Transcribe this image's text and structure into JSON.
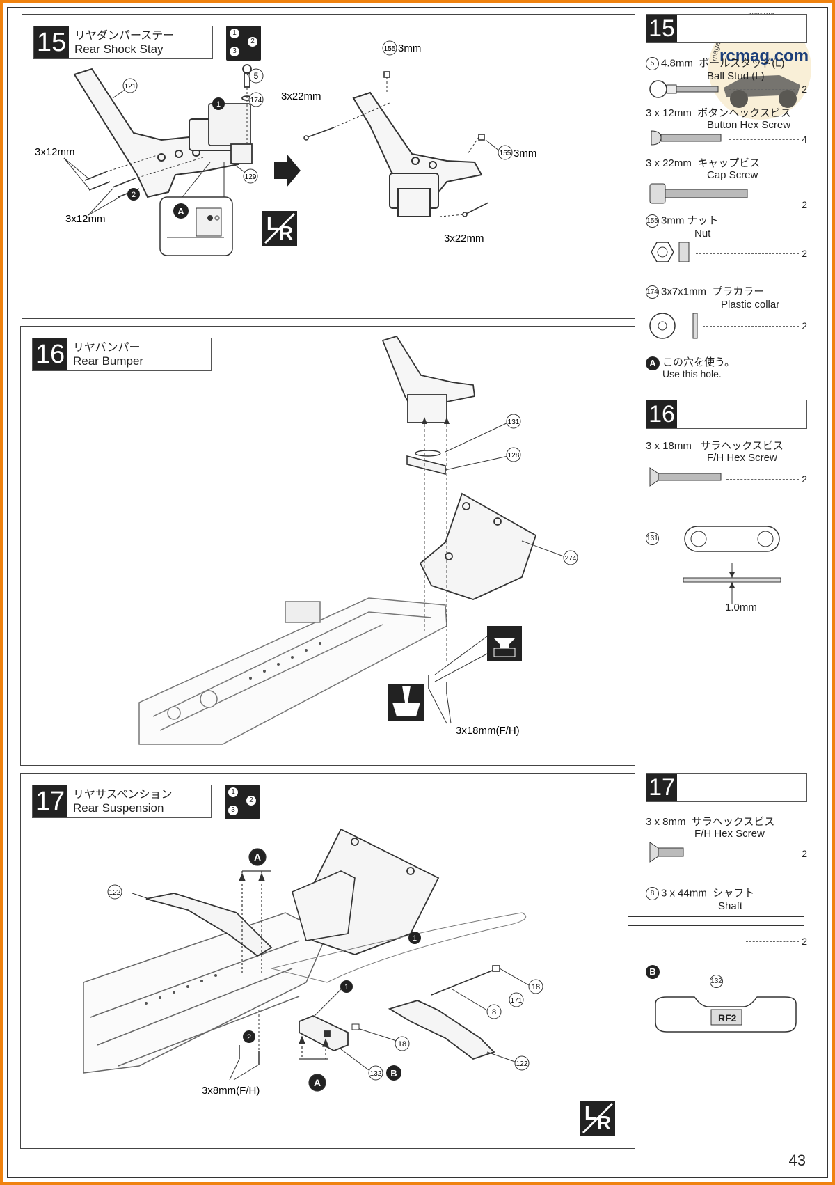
{
  "page_number": "43",
  "watermark": {
    "site": "rcmag.com",
    "tagline": "magazine du modelisme"
  },
  "steps": [
    {
      "num": "15",
      "title_jp": "リヤダンパーステー",
      "title_en": "Rear Shock Stay",
      "callouts": {
        "p121": "121",
        "p5": "5",
        "p174": "174",
        "p129": "129",
        "p155a": "155",
        "p155b": "155",
        "s3x12a": "3x12mm",
        "s3x12b": "3x12mm",
        "s3x22a": "3x22mm",
        "s3x22b": "3x22mm",
        "s3mm_a": "3mm",
        "s3mm_b": "3mm",
        "n1": "1",
        "n2": "2",
        "a": "A"
      }
    },
    {
      "num": "16",
      "title_jp": "リヤバンパー",
      "title_en": "Rear Bumper",
      "callouts": {
        "p131": "131",
        "p128": "128",
        "p274": "274",
        "screw": "3x18mm(F/H)"
      }
    },
    {
      "num": "17",
      "title_jp": "リヤサスペンション",
      "title_en": "Rear Suspension",
      "callouts": {
        "p122a": "122",
        "p122b": "122",
        "p18a": "18",
        "p18b": "18",
        "p171": "171",
        "p8": "8",
        "p132": "132",
        "n1a": "1",
        "n1b": "1",
        "n2": "2",
        "a1": "A",
        "a2": "A",
        "b": "B",
        "screw": "3x8mm(F/H)"
      }
    }
  ],
  "parts15": {
    "num": "15",
    "items": [
      {
        "ref": "5",
        "size": "4.8mm",
        "jp": "ボールスタッド(L)",
        "en": "Ball Stud (L)",
        "qty": "2"
      },
      {
        "ref": "",
        "size": "3 x 12mm",
        "jp": "ボタンヘックスビス",
        "en": "Button Hex Screw",
        "qty": "4"
      },
      {
        "ref": "",
        "size": "3 x 22mm",
        "jp": "キャップビス",
        "en": "Cap Screw",
        "qty": "2"
      },
      {
        "ref": "155",
        "size": "3mm",
        "jp": "ナット",
        "en": "Nut",
        "qty": "2"
      },
      {
        "ref": "174",
        "size": "3x7x1mm",
        "jp": "プラカラー",
        "en": "Plastic collar",
        "qty": "2"
      }
    ],
    "note": {
      "mark": "A",
      "jp": "この穴を使う。",
      "en": "Use this hole."
    }
  },
  "parts16": {
    "num": "16",
    "items": [
      {
        "size": "3 x 18mm",
        "jp": "サラヘックスビス",
        "en": "F/H Hex Screw",
        "qty": "2"
      }
    ],
    "plate": {
      "ref": "131",
      "thickness": "1.0mm"
    }
  },
  "parts17": {
    "num": "17",
    "items": [
      {
        "ref": "",
        "size": "3 x 8mm",
        "jp": "サラヘックスビス",
        "en": "F/H Hex Screw",
        "qty": "2"
      },
      {
        "ref": "8",
        "size": "3 x 44mm",
        "jp": "シャフト",
        "en": "Shaft",
        "qty": "2"
      }
    ],
    "block": {
      "mark": "B",
      "ref": "132",
      "label": "RF2"
    }
  },
  "icons": {
    "sequence": "sequence-1-2-3-icon",
    "lr": "left-right-icon"
  }
}
